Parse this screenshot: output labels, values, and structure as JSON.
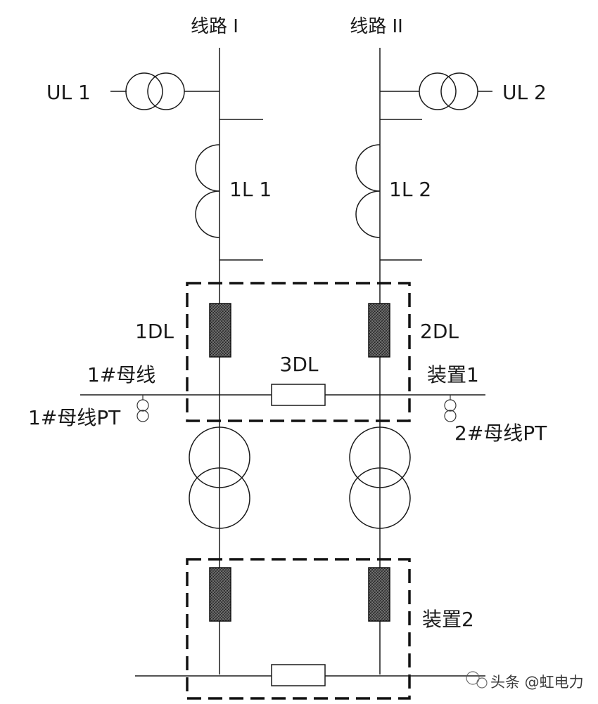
{
  "labels": {
    "line1": "线路 I",
    "line2": "线路 II",
    "ul1": "UL 1",
    "ul2": "UL 2",
    "reactor1": "1L 1",
    "reactor2": "1L 2",
    "breaker1": "1DL",
    "breaker2": "2DL",
    "breaker3": "3DL",
    "bus1": "1#母线",
    "bus1_pt": "1#母线PT",
    "device1": "装置1",
    "device2": "装置2",
    "bus2_pt": "2#母线PT"
  },
  "watermark": {
    "text": "头条 @虹电力"
  },
  "colors": {
    "line": "#1a1a1a",
    "breaker_fill": "#4a4a4a",
    "background": "#ffffff"
  }
}
